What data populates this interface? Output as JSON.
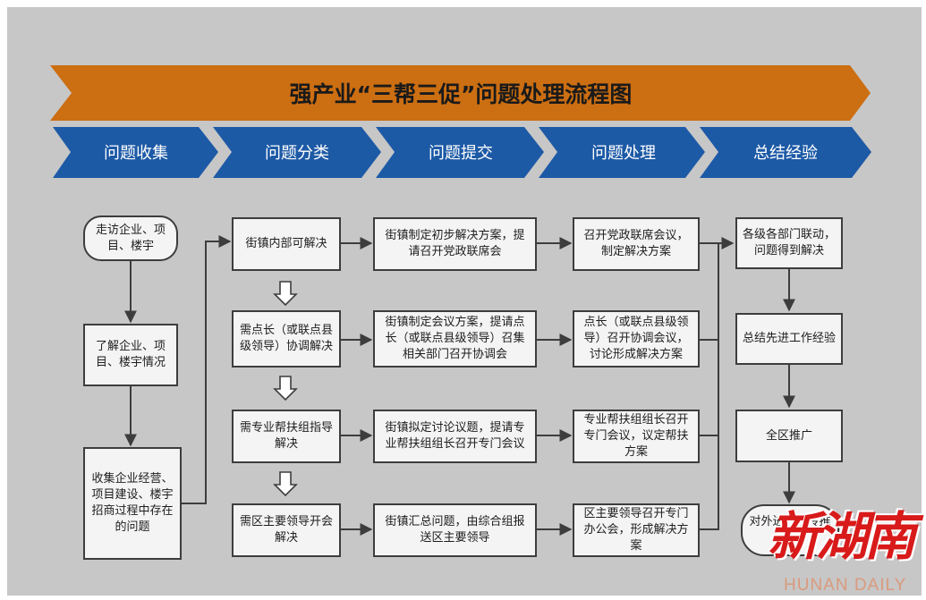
{
  "title": "强产业“三帮三促”问题处理流程图",
  "colors": {
    "title_banner": "#cc6e12",
    "stage_banner": "#1d5aa6",
    "background": "#c7c7c7",
    "box_fill": "#f4f4f4",
    "box_border": "#3d3d3d",
    "logo_red": "#d81a1a"
  },
  "stages": [
    "问题收集",
    "问题分类",
    "问题提交",
    "问题处理",
    "总结经验"
  ],
  "collect": {
    "visit": "走访企业、项目、楼宇",
    "understand": "了解企业、项目、楼宇情况",
    "gather": "收集企业经营、项目建设、楼宇招商过程中存在的问题"
  },
  "classify": [
    "街镇内部可解决",
    "需点长（或联点县级领导）协调解决",
    "需专业帮扶组指导解决",
    "需区主要领导开会解决"
  ],
  "submit": [
    "街镇制定初步解决方案，提请召开党政联席会",
    "街镇制定会议方案，提请点长（或联点县级领导）召集相关部门召开协调会",
    "街镇拟定讨论议题，提请专业帮扶组组长召开专门会议",
    "街镇汇总问题，由综合组报送区主要领导"
  ],
  "handle": [
    "召开党政联席会议，制定解决方案",
    "点长（或联点县级领导）召开协调会议，讨论形成解决方案",
    "专业帮扶组组长召开专门会议，议定帮扶方案",
    "区主要领导召开专门办公会，形成解决方案"
  ],
  "summary": [
    "各级各部门联动，问题得到解决",
    "总结先进工作经验",
    "全区推广",
    "对外进行宣传推广"
  ],
  "logo": {
    "hanzi": "新湖南",
    "english": "HUNAN DAILY"
  }
}
